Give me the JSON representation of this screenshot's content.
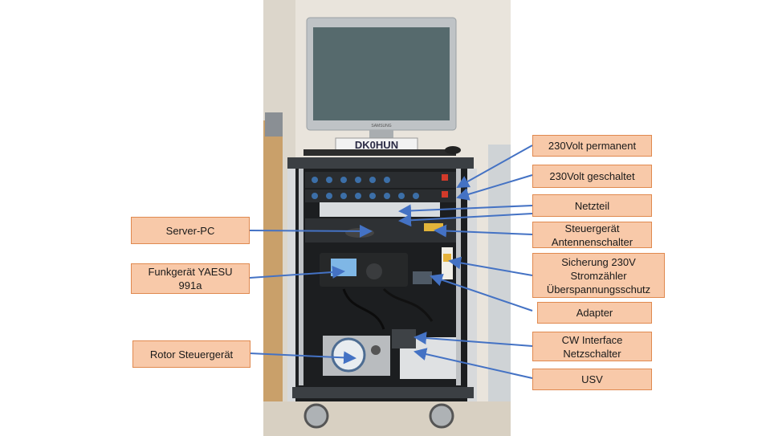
{
  "photo": {
    "callsign": "DK0HUN",
    "monitor_brand": "SAMSUNG"
  },
  "labels": {
    "server_pc": "Server-PC",
    "funkgeraet": "Funkgerät YAESU\n991a",
    "rotor": "Rotor Steuergerät",
    "v230_perm": "230Volt permanent",
    "v230_switched": "230Volt geschaltet",
    "netzteil": "Netzteil",
    "antennenschalter": "Steuergerät\nAntennenschalter",
    "sicherung": "Sicherung 230V\nStromzähler\nÜberspannungsschutz",
    "adapter": "Adapter",
    "cw_interface": "CW Interface\nNetzschalter",
    "usv": "USV"
  },
  "colors": {
    "label_fill": "#f8c9a9",
    "label_border": "#e0894f",
    "arrow": "#4472c4"
  }
}
